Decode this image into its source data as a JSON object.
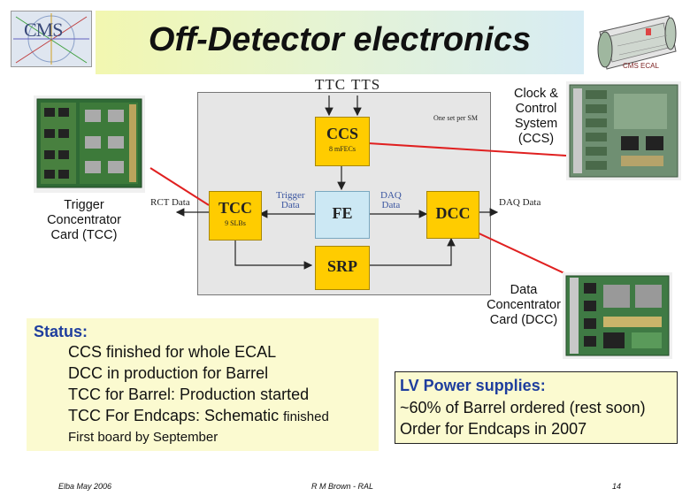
{
  "slide": {
    "title": "Off-Detector electronics",
    "logo_text": "CMS",
    "ecal_caption": "CMS ECAL"
  },
  "diagram": {
    "ttc_label": "TTC",
    "tts_label": "TTS",
    "one_set_note": "One set per SM",
    "rct_data_label": "RCT Data",
    "trigger_data_label": [
      "Trigger",
      "Data"
    ],
    "daq_data_inner_label": [
      "DAQ",
      "Data"
    ],
    "daq_data_label": "DAQ Data",
    "blocks": {
      "ccs": {
        "name": "CCS",
        "sub": "8 mFECs"
      },
      "tcc": {
        "name": "TCC",
        "sub": "9 SLBs"
      },
      "fe": {
        "name": "FE"
      },
      "dcc": {
        "name": "DCC"
      },
      "srp": {
        "name": "SRP"
      }
    }
  },
  "callouts": {
    "ccs": [
      "Clock &",
      "Control",
      "System",
      "(CCS)"
    ],
    "tcc": [
      "Trigger",
      "Concentrator",
      "Card (TCC)"
    ],
    "dcc": [
      "Data",
      "Concentrator",
      "Card (DCC)"
    ]
  },
  "status": {
    "title": "Status:",
    "lines": [
      "CCS finished for whole ECAL",
      "DCC in production for Barrel",
      "TCC for Barrel: Production started"
    ],
    "endcap_line_main": "TCC For Endcaps: Schematic",
    "endcap_line_small": "finished",
    "sub_line": "First board by September"
  },
  "lv": {
    "title": "LV Power supplies:",
    "lines": [
      "~60% of Barrel ordered (rest soon)",
      "Order for Endcaps in 2007"
    ]
  },
  "footer": {
    "left": "Elba May 2006",
    "center": "R M Brown - RAL",
    "page_number": "14"
  },
  "colors": {
    "block_fill": "#ffcc00",
    "fe_fill": "#cce8f4",
    "arrow_red": "#e02020",
    "accent_blue": "#1f3e9e",
    "box_fill": "#fbfad0"
  }
}
